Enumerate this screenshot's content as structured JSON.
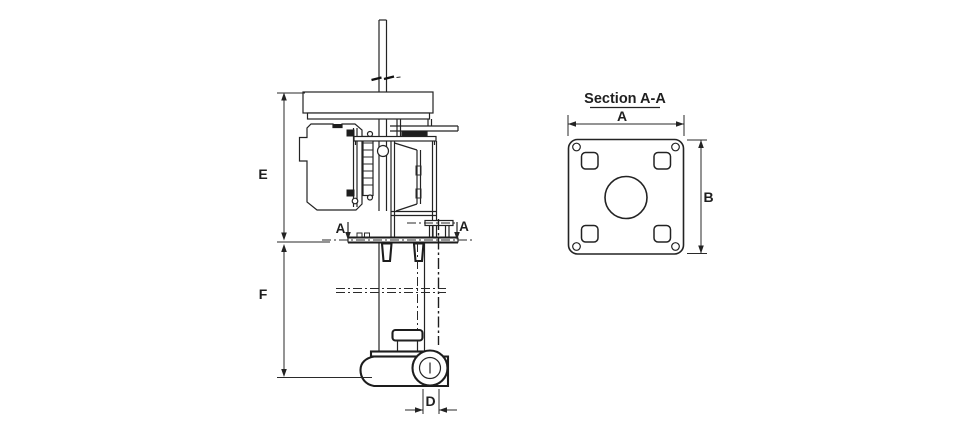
{
  "page": {
    "background": "#ffffff",
    "line_color": "#232323",
    "text_color": "#1f1f1f"
  },
  "main_view": {
    "description": "vertical immersion pump elevation drawing",
    "dimension_labels": {
      "e": "E",
      "f": "F",
      "d": "D"
    },
    "section_cut_labels": {
      "left": "A",
      "right": "A"
    }
  },
  "section_view": {
    "title": "Section A-A",
    "dimension_labels": {
      "a": "A",
      "b": "B"
    }
  }
}
